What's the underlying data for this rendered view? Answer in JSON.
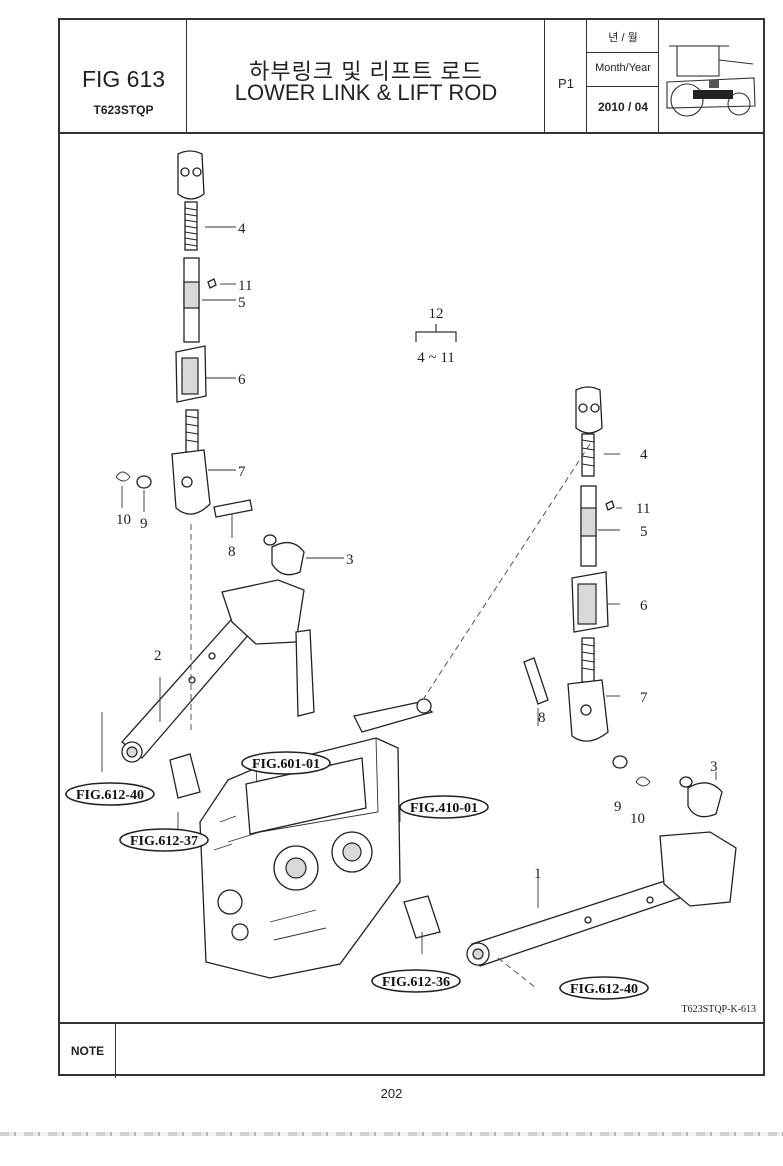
{
  "header": {
    "fig_no": "FIG 613",
    "model": "T623STQP",
    "title_ko": "하부링크 및 리프트 로드",
    "title_en": "LOWER LINK & LIFT ROD",
    "page_ref": "P1",
    "date_label_ko": "년 / 월",
    "date_label_en": "Month/Year",
    "date_value": "2010 / 04"
  },
  "diagram": {
    "callouts_left": [
      "4",
      "11",
      "5",
      "6",
      "7",
      "10",
      "9",
      "8",
      "3",
      "2"
    ],
    "callouts_right": [
      "4",
      "11",
      "5",
      "6",
      "7",
      "8",
      "3",
      "9",
      "10",
      "1"
    ],
    "group": {
      "number": "12",
      "range": "4 ~ 11"
    },
    "references": [
      "FIG.612-40",
      "FIG.612-37",
      "FIG.601-01",
      "FIG.410-01",
      "FIG.612-36",
      "FIG.612-40"
    ],
    "drawing_code": "T623STQP-K-613"
  },
  "note": {
    "label": "NOTE"
  },
  "footer": {
    "page_number": "202"
  }
}
